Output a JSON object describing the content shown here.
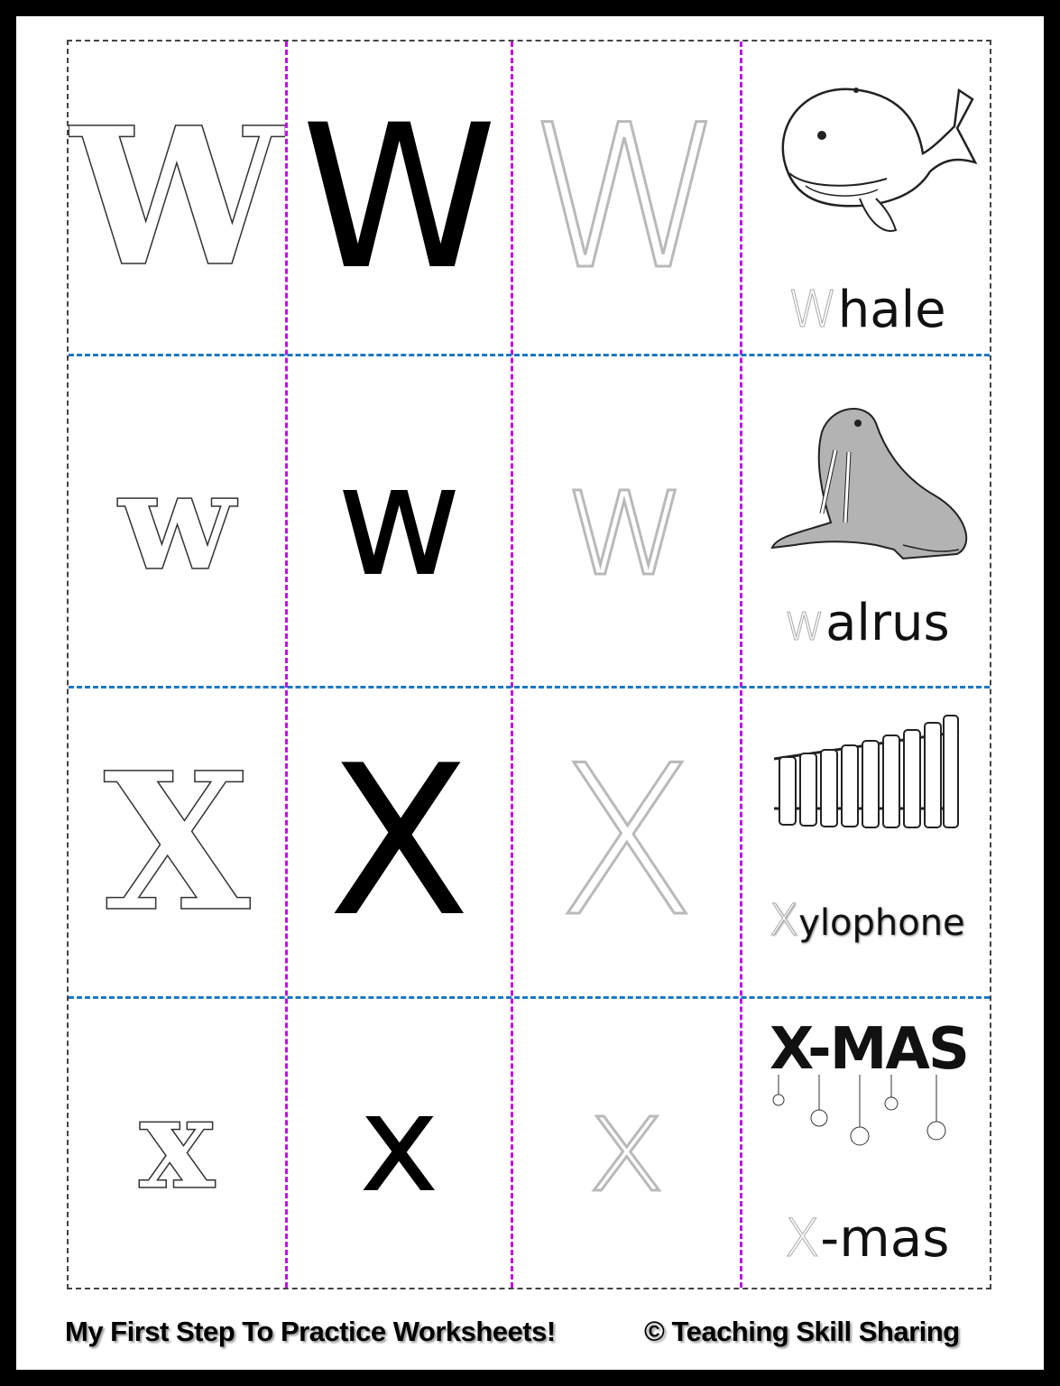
{
  "rows": [
    {
      "outline_letter": "W",
      "solid_letter": "W",
      "trace_letter": "W",
      "word_first": "W",
      "word_rest": "hale",
      "picture": "whale-icon"
    },
    {
      "outline_letter": "w",
      "solid_letter": "w",
      "trace_letter": "w",
      "word_first": "w",
      "word_rest": "alrus",
      "picture": "walrus-icon"
    },
    {
      "outline_letter": "X",
      "solid_letter": "X",
      "trace_letter": "X",
      "word_first": "X",
      "word_rest": "ylophone",
      "picture": "xylophone-icon"
    },
    {
      "outline_letter": "x",
      "solid_letter": "x",
      "trace_letter": "x",
      "word_first": "X",
      "word_rest": "-mas",
      "picture": "xmas-ornaments-icon",
      "picture_text": "X-MAS"
    }
  ],
  "footer": {
    "left": "My First Step To Practice Worksheets!",
    "right": "© Teaching Skill Sharing"
  },
  "colors": {
    "column_divider": "#c010e8",
    "row_divider": "#1a78c4",
    "trace_gray": "#b9b9b9"
  }
}
